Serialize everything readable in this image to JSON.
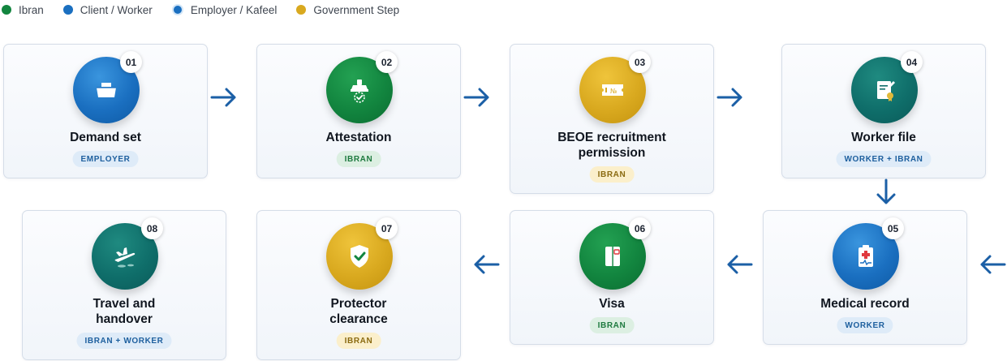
{
  "legend": [
    {
      "label": "Ibran",
      "color": "#12853f"
    },
    {
      "label": "Client / Worker",
      "color": "#1a6fc0"
    },
    {
      "label": "Employer / Kafeel",
      "color": "#1a6fc0"
    },
    {
      "label": "Government Step",
      "color": "#d9a91f"
    }
  ],
  "steps": [
    {
      "number": "01",
      "title": "Demand set",
      "badge": "EMPLOYER",
      "color": "blue",
      "icon": "tray-icon"
    },
    {
      "number": "02",
      "title": "Attestation",
      "badge": "IBRAN",
      "color": "green",
      "icon": "stamp-icon"
    },
    {
      "number": "03",
      "title": "BEOE recruitment permission",
      "badge": "IBRAN",
      "color": "gold",
      "icon": "ticket-icon"
    },
    {
      "number": "04",
      "title": "Worker file",
      "badge": "WORKER + IBRAN",
      "color": "teal",
      "icon": "certificate-icon"
    },
    {
      "number": "05",
      "title": "Medical record",
      "badge": "WORKER",
      "color": "blue",
      "icon": "medical-icon"
    },
    {
      "number": "06",
      "title": "Visa",
      "badge": "IBRAN",
      "color": "green",
      "icon": "passport-icon"
    },
    {
      "number": "07",
      "title": "Protector clearance",
      "badge": "IBRAN",
      "color": "gold",
      "icon": "shield-check-icon"
    },
    {
      "number": "08",
      "title": "Travel and handover",
      "badge": "IBRAN + WORKER",
      "color": "teal",
      "icon": "plane-departure-icon"
    }
  ],
  "colors": {
    "arrow": "#1b5fa6",
    "ibran": "#12853f",
    "client": "#1a6fc0",
    "government": "#d9a91f"
  }
}
